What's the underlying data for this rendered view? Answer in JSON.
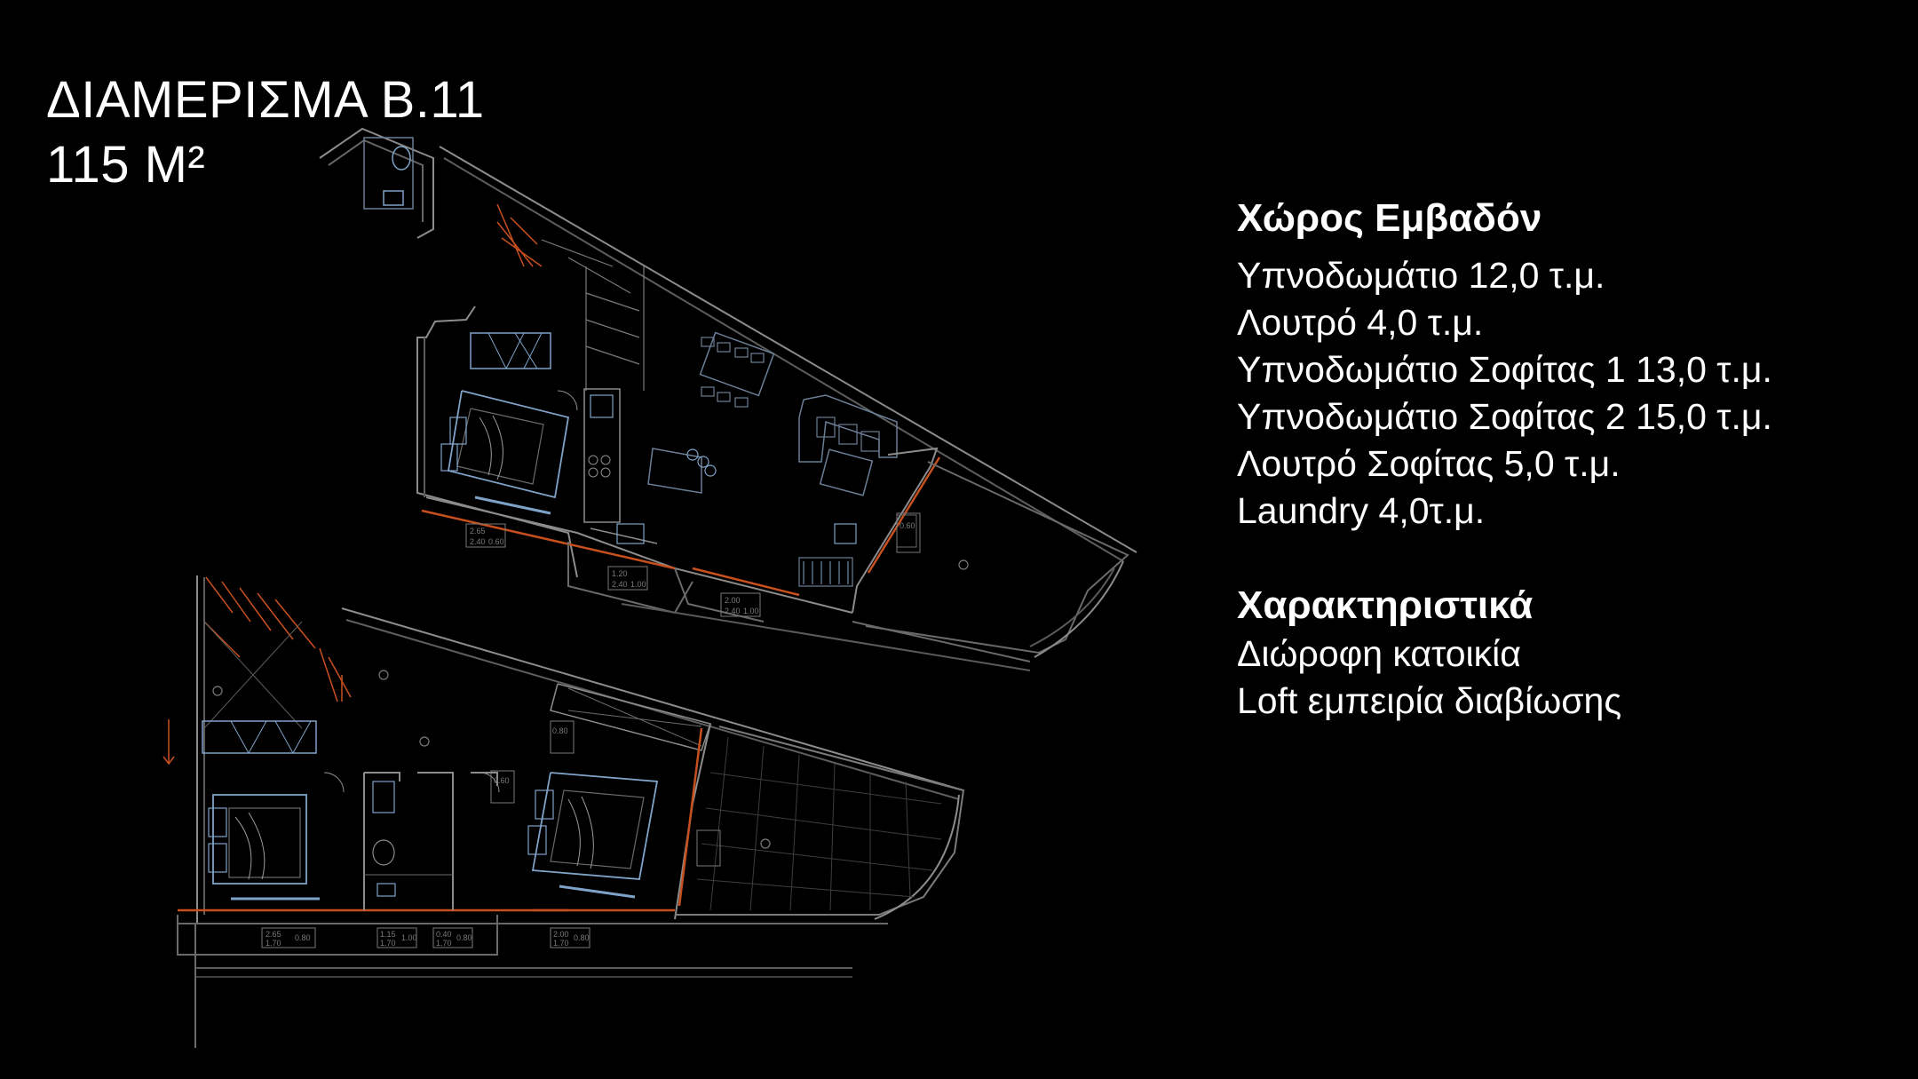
{
  "header": {
    "title": "ΔΙΑΜΕΡΙΣΜΑ Β.11",
    "size": "115 Μ²"
  },
  "areas": {
    "heading": "Χώρος Εμβαδόν",
    "items": [
      "Υπνοδωμάτιο 12,0 τ.μ.",
      "Λουτρό 4,0 τ.μ.",
      "Υπνοδωμάτιο Σοφίτας 1 13,0 τ.μ.",
      "Υπνοδωμάτιο Σοφίτας 2 15,0 τ.μ.",
      "Λουτρό Σοφίτας 5,0 τ.μ.",
      "Laundry 4,0τ.μ."
    ]
  },
  "features": {
    "heading": "Χαρακτηριστικά",
    "items": [
      "Διώροφη κατοικία",
      "Loft εμπειρία διαβίωσης"
    ]
  },
  "plan_labels": {
    "upper": [
      "2.65",
      "2.40",
      "0.60",
      "1.20",
      "2.40",
      "1.00",
      "2.00",
      "2.40",
      "1.00",
      "0.60"
    ],
    "lower": [
      "2.65",
      "1.70",
      "0.80",
      "1.15",
      "1.70",
      "1.00",
      "0.40",
      "1.70",
      "0.80",
      "2.00",
      "1.70",
      "0.80",
      "0.80",
      "0.60"
    ]
  },
  "colors": {
    "background": "#000000",
    "text": "#ffffff",
    "wall": "#9a9a9a",
    "wall_dim": "#5a5a5a",
    "accent_orange": "#c8501e",
    "furniture_blue": "#7fa3c8"
  }
}
